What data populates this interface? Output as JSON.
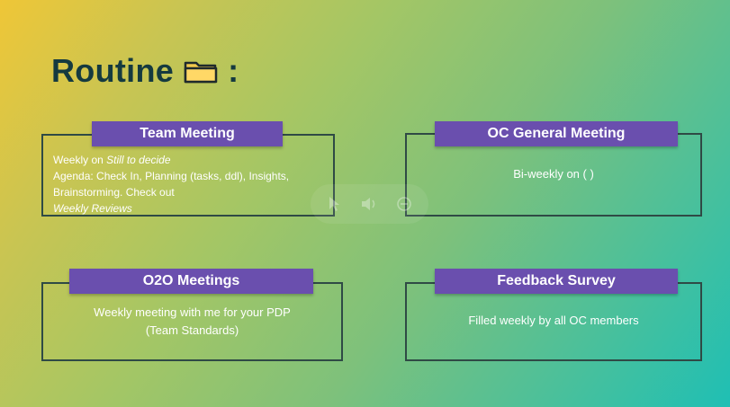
{
  "slide": {
    "title": "Routine",
    "title_suffix": ":",
    "title_icon": "folder-icon"
  },
  "cards": {
    "team": {
      "header": "Team Meeting",
      "weekly_prefix": "Weekly on",
      "weekly_value": "Still to decide",
      "agenda_line1": "Agenda: Check In, Planning (tasks, ddl), Insights,",
      "agenda_line2": "Brainstorming. Check out",
      "reviews": "Weekly Reviews"
    },
    "oc": {
      "header": "OC General Meeting",
      "body": "Bi-weekly on (     )"
    },
    "o2o": {
      "header": "O2O Meetings",
      "line1": "Weekly meeting with me for your PDP",
      "line2": "(Team Standards)"
    },
    "feedback": {
      "header": "Feedback Survey",
      "body": "Filled weekly by all OC members"
    }
  },
  "player": {
    "controls": [
      "cursor-icon",
      "volume-icon",
      "minus-circle-icon"
    ]
  },
  "colors": {
    "header_bg": "#6a4fae",
    "title_color": "#153a3f",
    "border": "#2f4a45"
  }
}
